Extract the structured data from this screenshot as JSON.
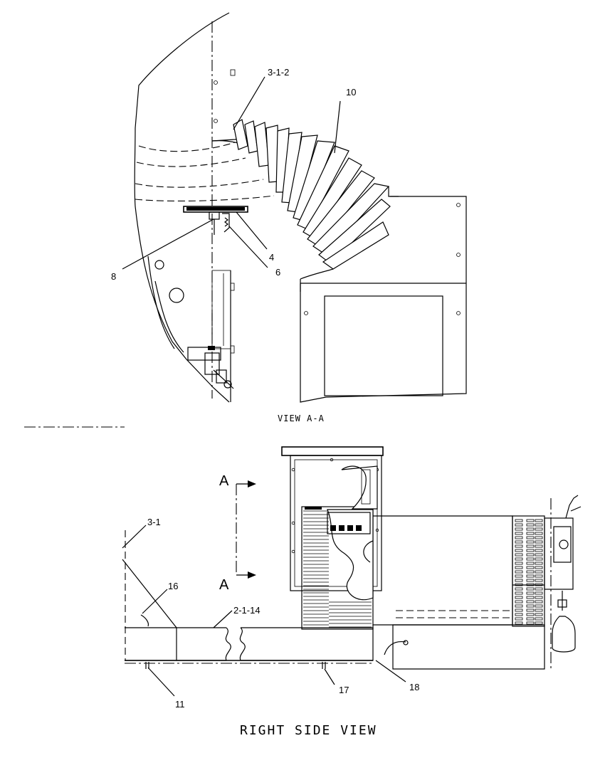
{
  "views": {
    "top_title": "VIEW A-A",
    "bottom_title": "RIGHT SIDE VIEW"
  },
  "section_marker": "A",
  "callouts": {
    "c_3_1_2": "3-1-2",
    "c_10": "10",
    "c_4": "4",
    "c_6": "6",
    "c_8": "8",
    "c_3_1": "3-1",
    "c_16": "16",
    "c_2_1_14": "2-1-14",
    "c_11": "11",
    "c_17": "17",
    "c_18": "18"
  }
}
